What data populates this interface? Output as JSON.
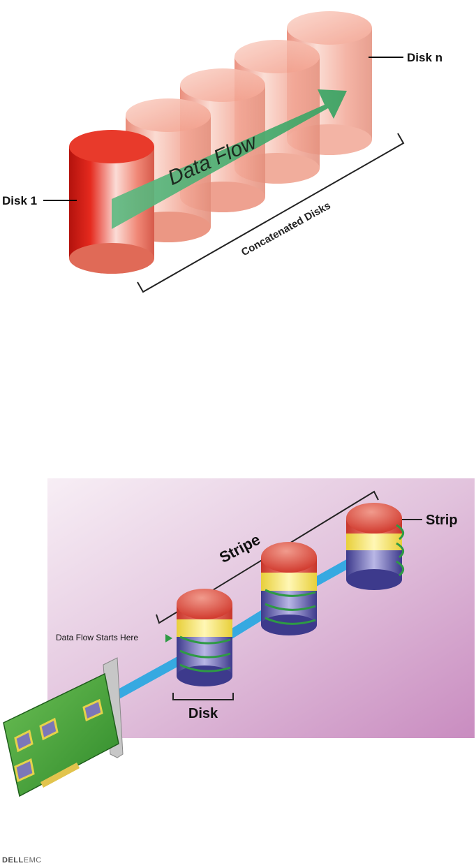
{
  "concat_diagram": {
    "disk_first_label": "Disk 1",
    "disk_last_label": "Disk n",
    "flow_label": "Data Flow",
    "group_label": "Concatenated Disks",
    "colors": {
      "disk_strong": "#e2231a",
      "disk_light": "#f6b3a5",
      "arrow": "#3aa664"
    }
  },
  "stripe_diagram": {
    "stripe_label": "Stripe",
    "strip_label": "Strip",
    "disk_label": "Disk",
    "start_label": "Data Flow Starts Here",
    "colors": {
      "background": "#d7a9cf",
      "cable": "#36a9e1",
      "card": "#3f9a3a",
      "strip_red": "#e0524a",
      "strip_yellow": "#f3e36a",
      "strip_blue": "#6a66b0"
    }
  },
  "footer": {
    "brand_dell": "DELL",
    "brand_emc": "EMC"
  }
}
